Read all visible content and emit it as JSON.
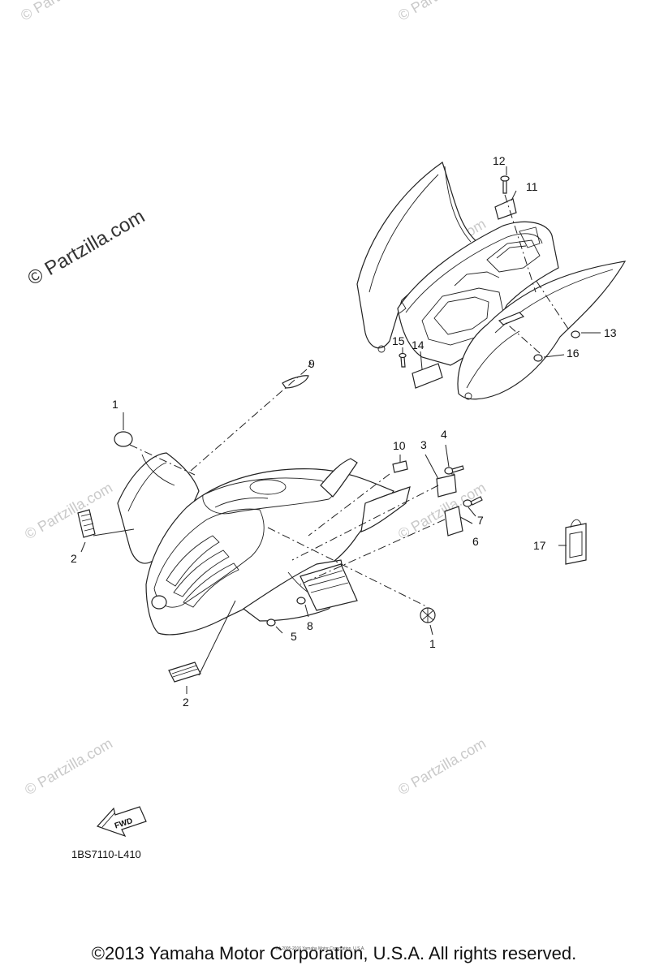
{
  "watermarks": {
    "main": "© Partzilla.com",
    "faint": "© Partzilla.com"
  },
  "callouts": {
    "c1a": "1",
    "c1b": "1",
    "c2a": "2",
    "c2b": "2",
    "c3": "3",
    "c4": "4",
    "c5": "5",
    "c6": "6",
    "c7": "7",
    "c8": "8",
    "c9": "9",
    "c10": "10",
    "c11": "11",
    "c12": "12",
    "c13": "13",
    "c14": "14",
    "c15": "15",
    "c16": "16",
    "c17": "17"
  },
  "fwd_label": "FWD",
  "diagram_code": "1BS7110-L410",
  "tiny_copyright": "(c) 2005-2016 Yamaha Motor Corporation, U.S.A.",
  "footer": "©2013 Yamaha Motor Corporation, U.S.A. All rights reserved."
}
